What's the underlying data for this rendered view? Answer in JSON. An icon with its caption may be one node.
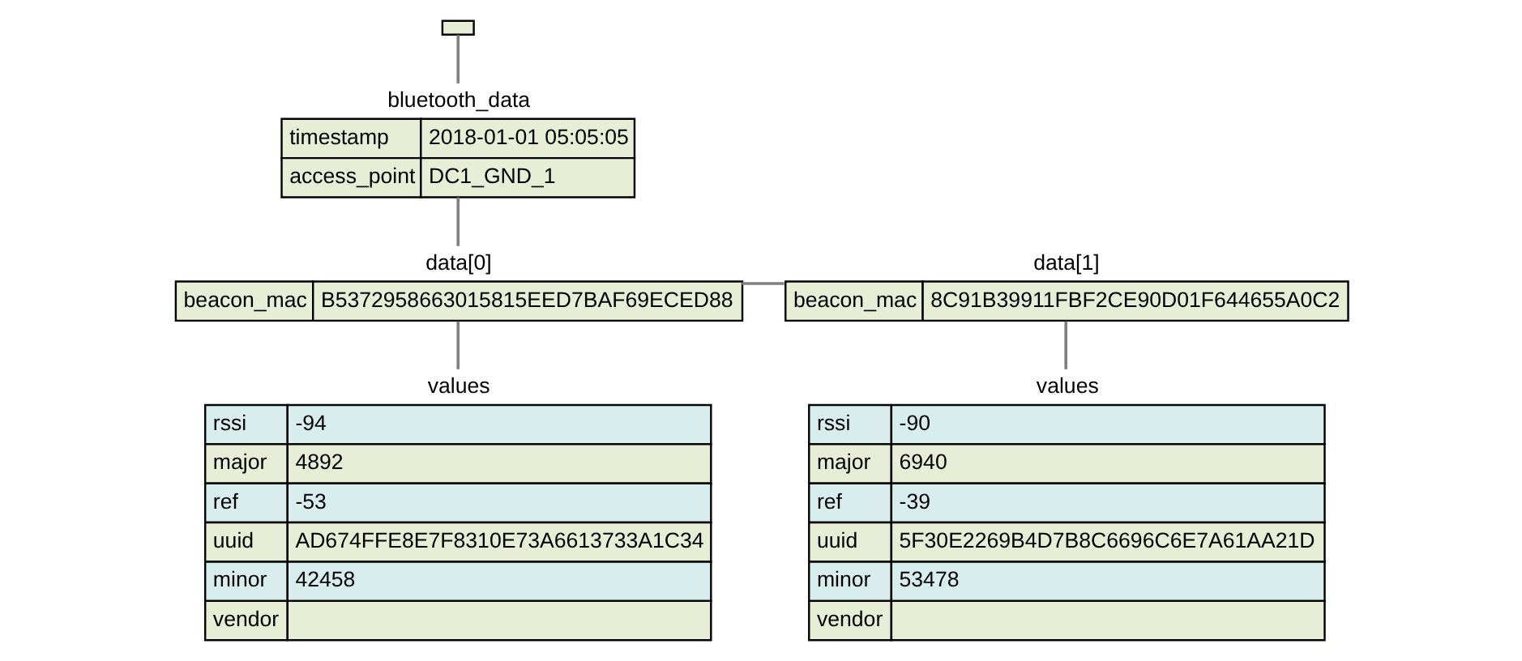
{
  "diagram": {
    "nodes": [
      {
        "text": [],
        "shape": "box"
      },
      {
        "text": [
          "bluetooth_data",
          "timestamp",
          "2018-01-01 05:05:05",
          "access_point",
          "DC1_GND_1"
        ]
      },
      {
        "text": [
          "data[0]",
          "beacon_mac",
          "B5372958663015815EED7BAF69ECED88"
        ]
      },
      {
        "text": [
          "data[1]",
          "beacon_mac",
          "8C91B39911FBF2CE90D01F644655A0C2"
        ]
      },
      {
        "text": [
          "values",
          "rssi",
          "-94",
          "major",
          "4892",
          "ref",
          "-53",
          "uuid",
          "AD674FFE8E7F8310E73A6613733A1C34",
          "minor",
          "42458",
          "vendor"
        ]
      },
      {
        "text": [
          "values",
          "rssi",
          "-90",
          "major",
          "6940",
          "ref",
          "-39",
          "uuid",
          "5F30E2269B4D7B8C6696C6E7A61AA21D",
          "minor",
          "53478",
          "vendor"
        ]
      }
    ],
    "edges": [
      {
        "from": 0,
        "to": 1,
        "arrow": "none"
      },
      {
        "from": 1,
        "to": 2,
        "arrow": "none"
      },
      {
        "from": 2,
        "to": 3,
        "arrow": "none"
      },
      {
        "from": 2,
        "to": 4,
        "arrow": "none"
      },
      {
        "from": 3,
        "to": 5,
        "arrow": "none"
      }
    ]
  }
}
